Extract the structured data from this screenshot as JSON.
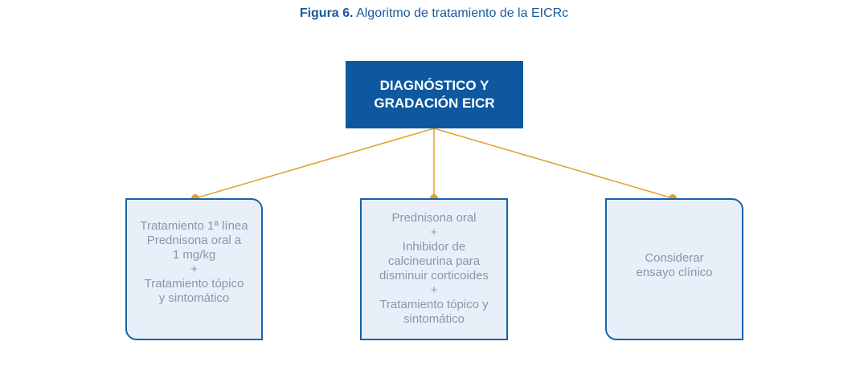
{
  "caption": {
    "label": "Figura 6.",
    "title": "Algoritmo de tratamiento de la EICRc"
  },
  "root": {
    "label": "DIAGNÓSTICO Y\nGRADACIÓN EICR"
  },
  "branches": [
    {
      "text": "Tratamiento 1ª línea\nPrednisona oral a\n1 mg/kg\n+\nTratamiento tópico\ny sintomático"
    },
    {
      "text": "Prednisona oral\n+\nInhibidor de\ncalcineurina para\ndisminuir corticoides\n+\nTratamiento tópico y\nsintomático"
    },
    {
      "text": "Considerar\nensayo clínico"
    }
  ],
  "colors": {
    "root_fill": "#0e58a0",
    "box_fill": "#e8eff8",
    "box_border": "#1a62a8",
    "connector": "#e0a12a",
    "caption_text": "#1a5a9a",
    "box_text": "#8a97a8"
  }
}
